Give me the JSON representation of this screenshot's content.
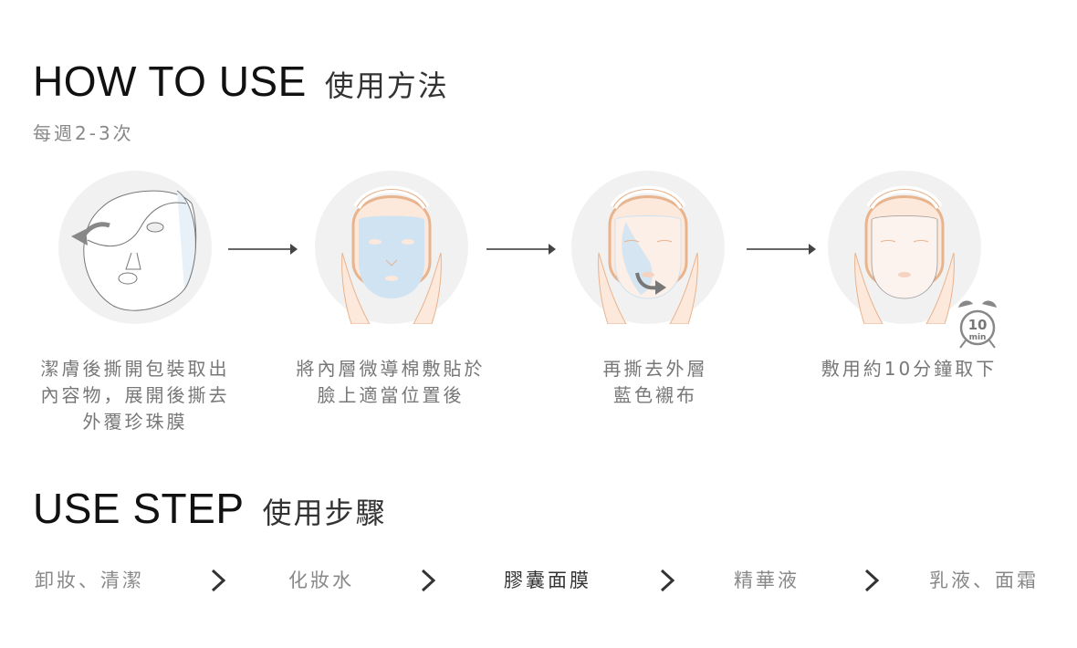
{
  "how_to_use": {
    "title_en": "HOW TO USE",
    "title_zh": "使用方法",
    "frequency": "每週2-3次",
    "steps": [
      {
        "illustration": "pearl-mask-peel-icon",
        "caption": "潔膚後撕開包裝取出\n內容物，展開後撕去\n外覆珍珠膜"
      },
      {
        "illustration": "apply-blue-mask-face-icon",
        "caption": "將內層微導棉敷貼於\n臉上適當位置後"
      },
      {
        "illustration": "remove-blue-layer-face-icon",
        "caption": "再撕去外層\n藍色襯布"
      },
      {
        "illustration": "mask-on-face-timer-icon",
        "caption": "敷用約10分鐘取下"
      }
    ],
    "timer": {
      "value": "10",
      "unit": "min"
    }
  },
  "use_step": {
    "title_en": "USE STEP",
    "title_zh": "使用步驟",
    "items": [
      {
        "label": "卸妝、清潔",
        "active": false
      },
      {
        "label": "化妝水",
        "active": false
      },
      {
        "label": "膠囊面膜",
        "active": true
      },
      {
        "label": "精華液",
        "active": false
      },
      {
        "label": "乳液、面霜",
        "active": false
      }
    ]
  },
  "colors": {
    "circle_bg": "#f1f1f1",
    "mask_blue": "#cfe3f3",
    "skin": "#fde8dc",
    "hair_outline": "#e8b48e",
    "arrow_gray": "#777777",
    "title_black": "#111111",
    "caption_gray": "#777777"
  }
}
